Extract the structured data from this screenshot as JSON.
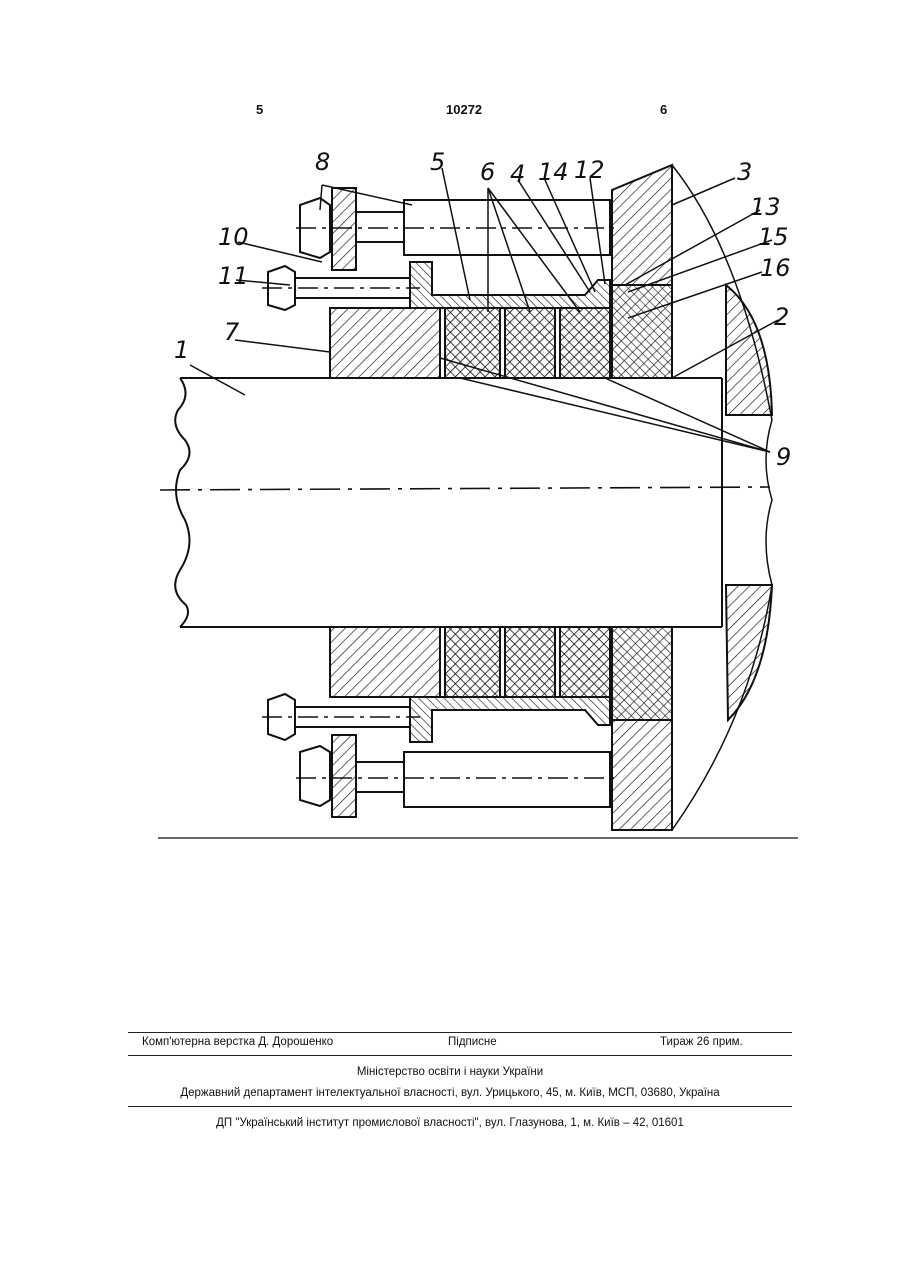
{
  "header": {
    "page_left": "5",
    "patent_number": "10272",
    "page_right": "6"
  },
  "drawing": {
    "labels": [
      "1",
      "2",
      "3",
      "4",
      "5",
      "6",
      "7",
      "8",
      "9",
      "10",
      "11",
      "12",
      "13",
      "14",
      "15",
      "16"
    ]
  },
  "footer": {
    "compose": "Комп'ютерна верстка Д. Дорошенко",
    "signed": "Підписне",
    "run": "Тираж 26 прим.",
    "ministry": "Міністерство освіти і науки України",
    "department": "Державний департамент інтелектуальної власності, вул. Урицького, 45, м. Київ, МСП, 03680, Україна",
    "dp": "ДП \"Український інститут промислової власності\", вул. Глазунова, 1, м. Київ – 42, 01601"
  }
}
